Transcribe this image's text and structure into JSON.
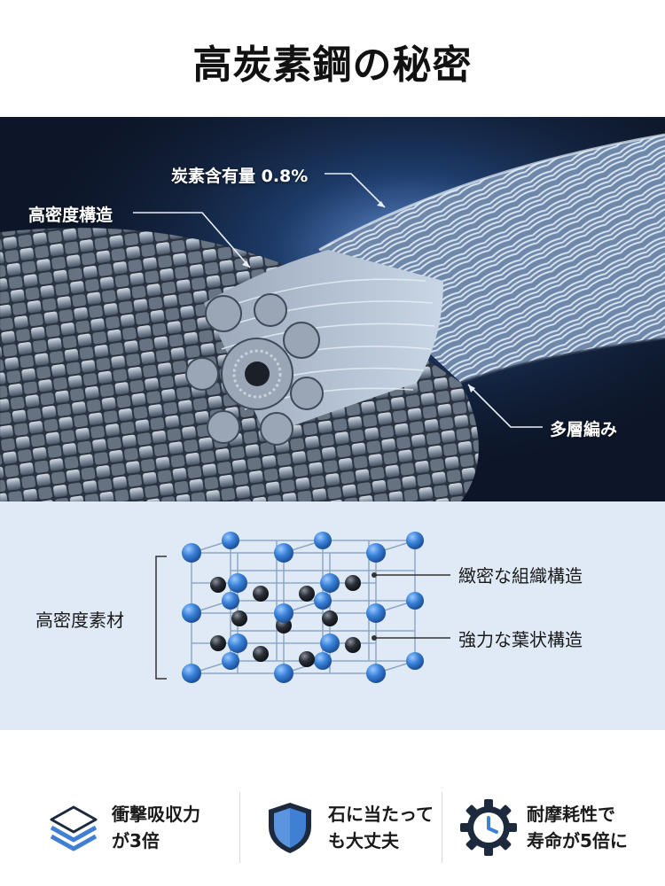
{
  "title": "高炭素鋼の秘密",
  "hero": {
    "labels": {
      "carbon": "炭素含有量 0.8%",
      "structure": "高密度構造",
      "weave": "多層編み"
    }
  },
  "crystal": {
    "left_label": "高密度素材",
    "right_labels": {
      "top": "緻密な組織構造",
      "bottom": "強力な葉状構造"
    }
  },
  "features": [
    {
      "icon": "layers-icon",
      "line1": "衝撃吸収力",
      "line2": "が3倍"
    },
    {
      "icon": "shield-icon",
      "line1": "石に当たって",
      "line2": "も大丈夫"
    },
    {
      "icon": "gear-clock-icon",
      "line1": "耐摩耗性で",
      "line2": "寿命が5倍に"
    }
  ],
  "colors": {
    "accent_blue": "#3f7fd4",
    "dark_navy": "#0d1628",
    "crystal_bg": "#dfeaf6",
    "atom_blue": "#3a83d9",
    "atom_dark": "#2b3038"
  }
}
